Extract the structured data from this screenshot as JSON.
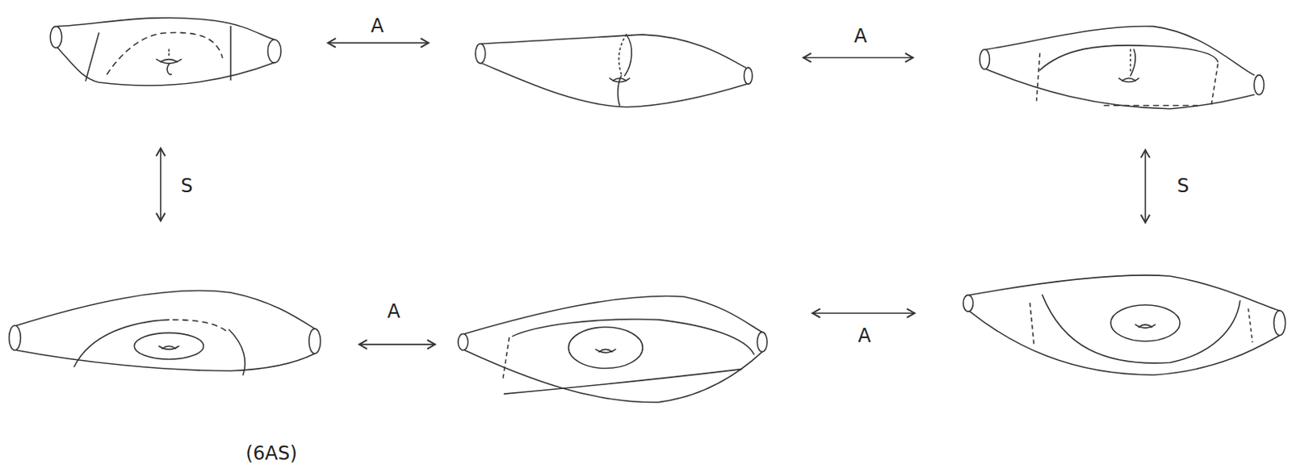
{
  "diagram": {
    "labels": [
      "A",
      "A",
      "S",
      "S",
      "A",
      "A",
      "(6AS)"
    ]
  }
}
